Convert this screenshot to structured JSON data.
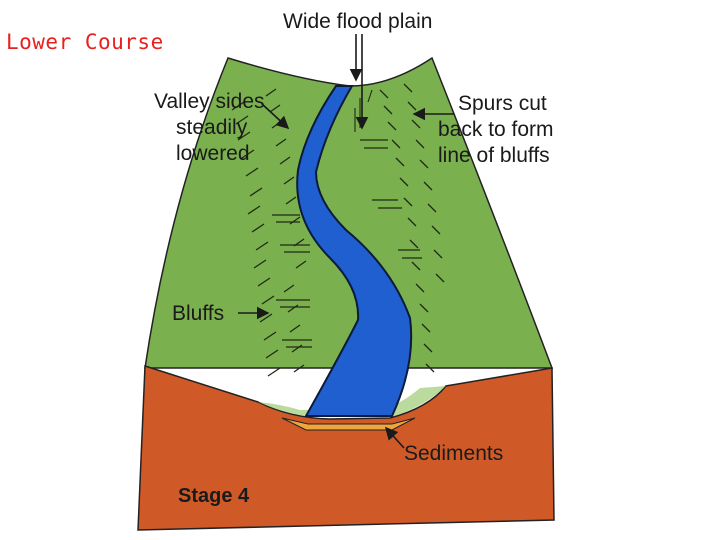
{
  "slide": {
    "title": "Lower Course"
  },
  "diagram": {
    "labels": {
      "flood_plain": "Wide flood plain",
      "valley_sides": [
        "Valley sides",
        "steadily",
        "lowered"
      ],
      "spurs": [
        "Spurs cut",
        "back to form",
        "line of bluffs"
      ],
      "bluffs": "Bluffs",
      "sediments": "Sediments",
      "stage": "Stage 4"
    },
    "colors": {
      "land": "#7bb04f",
      "soil": "#cf5a27",
      "river": "#1f5fcf",
      "sediment": "#f0a63a",
      "title": "#e8201e"
    }
  }
}
